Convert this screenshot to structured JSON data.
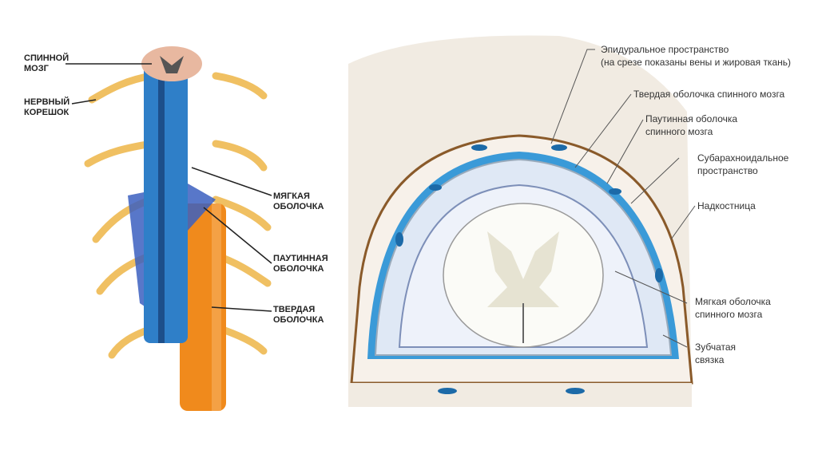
{
  "left_figure": {
    "labels": {
      "spinal_cord": [
        "СПИННОЙ",
        "МОЗГ"
      ],
      "nerve_root": [
        "НЕРВНЫЙ",
        "КОРЕШОК"
      ],
      "pia_mater": [
        "МЯГКАЯ",
        "ОБОЛОЧКА"
      ],
      "arachnoid": [
        "ПАУТИННАЯ",
        "ОБОЛОЧКА"
      ],
      "dura_mater": [
        "ТВЕРДАЯ",
        "ОБОЛОЧКА"
      ]
    }
  },
  "right_figure": {
    "labels": {
      "epidural": [
        "Эпидуральное пространство",
        "(на срезе показаны вены и жировая ткань)"
      ],
      "dura": [
        "Твердая оболочка спинного мозга"
      ],
      "arachnoid": [
        "Паутинная оболочка",
        "спинного мозга"
      ],
      "subarachnoid": [
        "Субарахноидальное",
        "пространство"
      ],
      "periosteum": [
        "Надкостница"
      ],
      "pia": [
        "Мягкая оболочка",
        "спинного мозга"
      ],
      "denticulate": [
        "Зубчатая",
        "связка"
      ]
    }
  },
  "colors": {
    "dura": "#f08a1c",
    "pia": "#2f7fc8",
    "arachnoid": "#3b5fc0",
    "nerve": "#f3c56a",
    "bone": "#f1ebe2"
  }
}
